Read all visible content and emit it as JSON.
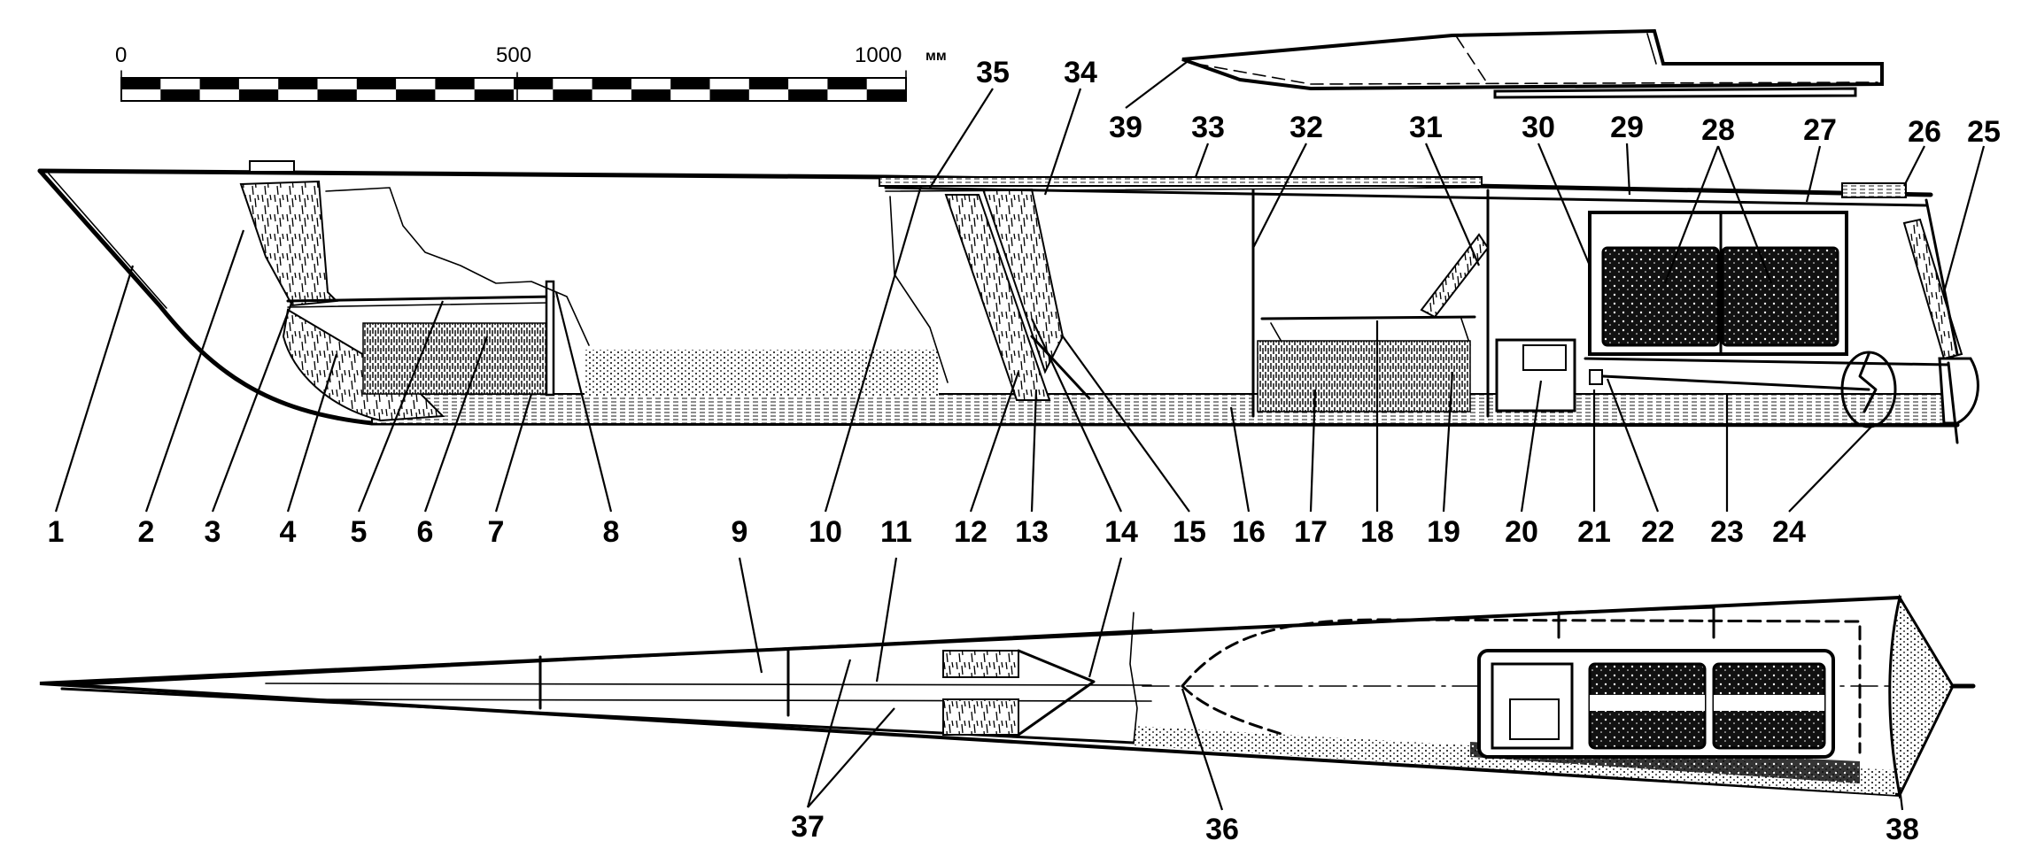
{
  "figure": {
    "description": "Model boat construction drawing: side section, top elevation and plan view with numbered part callouts",
    "colors": {
      "ink": "#000000",
      "paper": "#ffffff"
    }
  },
  "scale_bar": {
    "ticks": [
      "0",
      "500",
      "1000"
    ],
    "unit": "мм",
    "range_mm": [
      0,
      1000
    ],
    "segments": 10
  },
  "callouts": {
    "side_bottom_row": [
      "1",
      "2",
      "3",
      "4",
      "5",
      "6",
      "7",
      "8",
      "10",
      "12",
      "13",
      "14",
      "15",
      "16",
      "17",
      "18",
      "19",
      "20",
      "21",
      "22",
      "23",
      "24"
    ],
    "side_top_row": [
      "35",
      "34",
      "39",
      "33",
      "32",
      "31",
      "30",
      "29",
      "28",
      "27",
      "26",
      "25"
    ],
    "plan_view": [
      "9",
      "11",
      "14",
      "37",
      "36",
      "38"
    ]
  },
  "labels": {
    "l1": "1",
    "l2": "2",
    "l3": "3",
    "l4": "4",
    "l5": "5",
    "l6": "6",
    "l7": "7",
    "l8": "8",
    "l9": "9",
    "l10": "10",
    "l11": "11",
    "l12": "12",
    "l13": "13",
    "l14": "14",
    "l14b": "14",
    "l15": "15",
    "l16": "16",
    "l17": "17",
    "l18": "18",
    "l19": "19",
    "l20": "20",
    "l21": "21",
    "l22": "22",
    "l23": "23",
    "l24": "24",
    "l25": "25",
    "l26": "26",
    "l27": "27",
    "l28": "28",
    "l29": "29",
    "l30": "30",
    "l31": "31",
    "l32": "32",
    "l33": "33",
    "l34": "34",
    "l35": "35",
    "l36": "36",
    "l37": "37",
    "l38": "38",
    "l39": "39"
  }
}
